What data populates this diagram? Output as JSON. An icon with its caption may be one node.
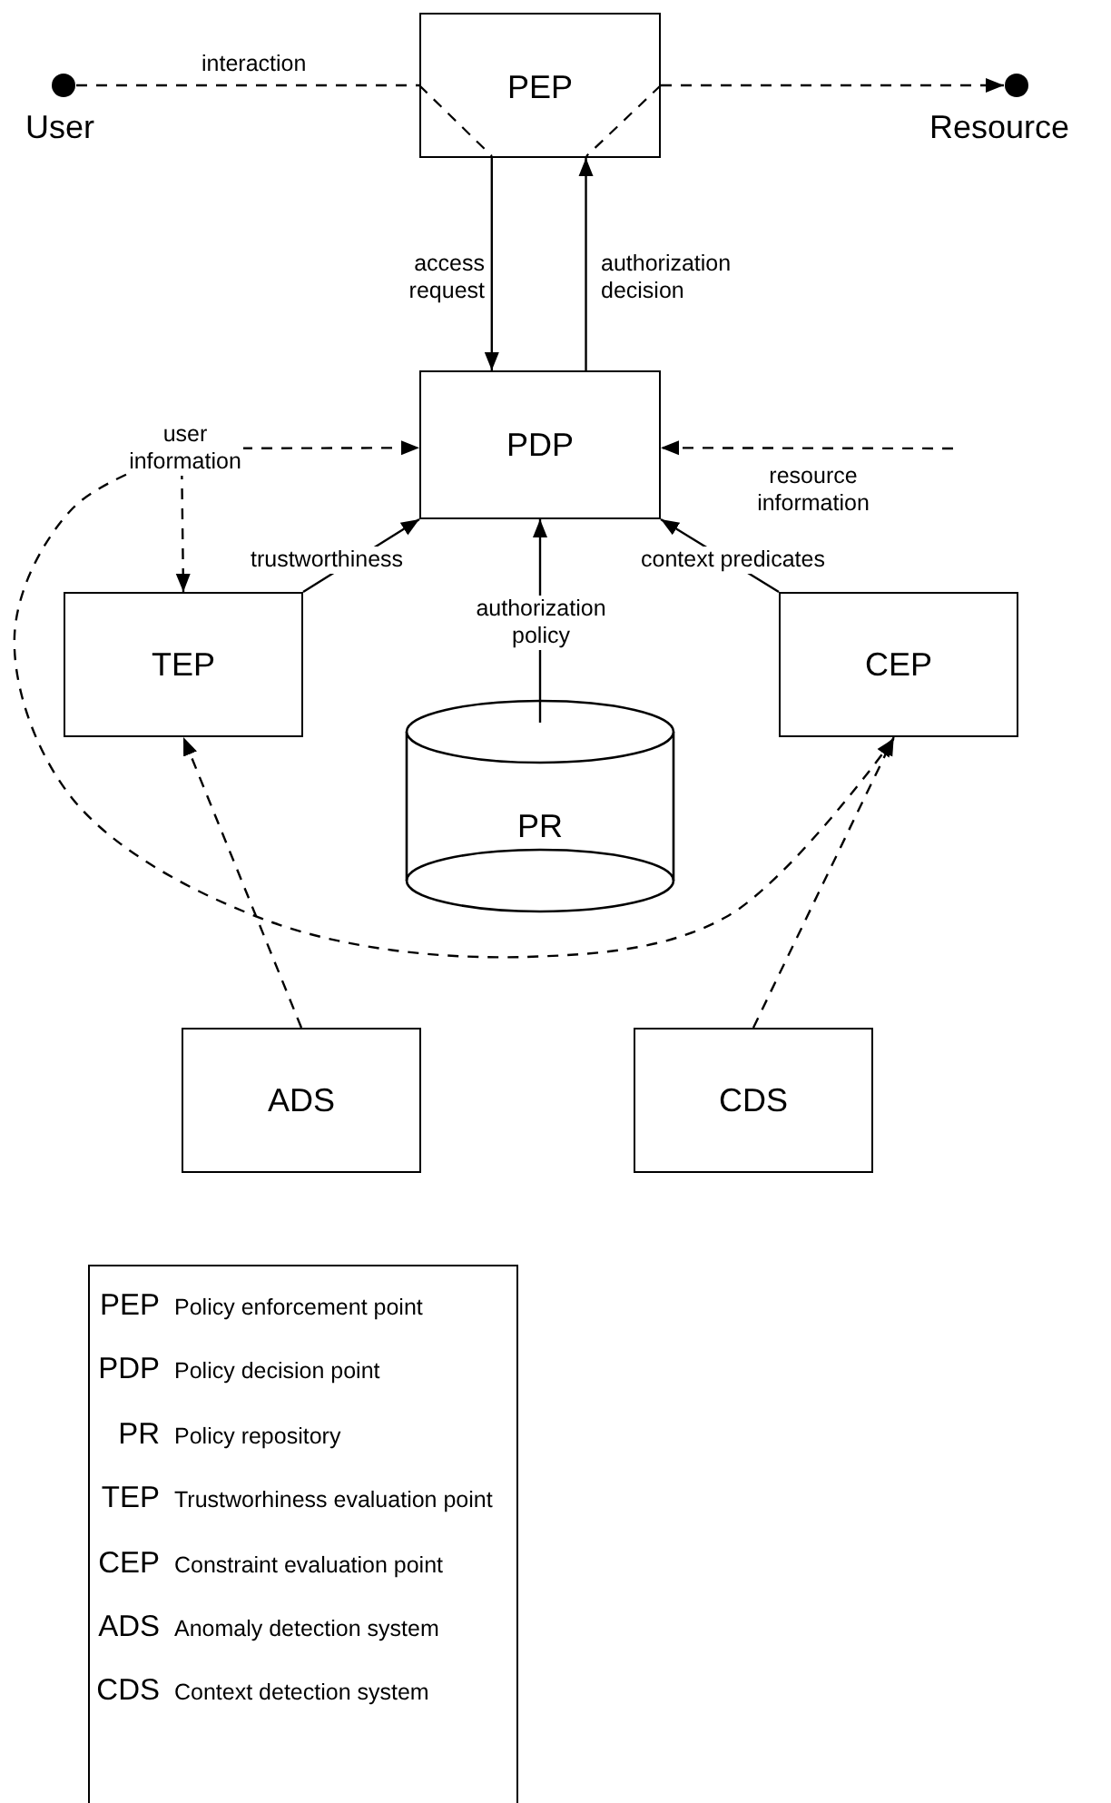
{
  "diagram": {
    "nodes": [
      {
        "text": [],
        "shape": "circle",
        "beside": [
          "User"
        ]
      },
      {
        "text": [
          "PEP"
        ]
      },
      {
        "text": [],
        "shape": "circle",
        "beside": [
          "Resource"
        ]
      },
      {
        "text": [
          "PDP"
        ]
      },
      {
        "text": [
          "TEP"
        ]
      },
      {
        "text": [
          "PR"
        ]
      },
      {
        "text": [
          "CEP"
        ]
      },
      {
        "text": [
          "ADS"
        ]
      },
      {
        "text": [
          "CDS"
        ]
      }
    ],
    "edges": [
      {
        "from": 0,
        "to": 1,
        "arrow": "none",
        "style": "dashed",
        "label": "interaction"
      },
      {
        "from": 1,
        "to": 2,
        "arrow": "to",
        "style": "dashed"
      },
      {
        "from": 1,
        "to": 3,
        "arrow": "to",
        "label": "access request"
      },
      {
        "from": 3,
        "to": 1,
        "arrow": "to",
        "label": "authorization decision"
      },
      {
        "from": null,
        "to": 3,
        "arrow": "to",
        "style": "dashed",
        "label": "user information"
      },
      {
        "from": null,
        "to": 4,
        "arrow": "to",
        "style": "dashed"
      },
      {
        "from": null,
        "to": 6,
        "arrow": "to",
        "style": "dashed"
      },
      {
        "from": null,
        "to": 3,
        "arrow": "to",
        "style": "dashed",
        "label": "resource information"
      },
      {
        "from": 4,
        "to": 3,
        "arrow": "to",
        "label": "trustworthiness"
      },
      {
        "from": 5,
        "to": 3,
        "arrow": "to",
        "label": "authorization policy"
      },
      {
        "from": 6,
        "to": 3,
        "arrow": "to",
        "label": "context predicates"
      },
      {
        "from": 7,
        "to": 4,
        "arrow": "to",
        "style": "dashed"
      },
      {
        "from": 8,
        "to": 6,
        "arrow": "to",
        "style": "dashed"
      }
    ],
    "labels": [
      "PEP",
      "Policy enforcement point",
      "PDP",
      "Policy decision point",
      "PR",
      "Policy repository",
      "TEP",
      "Trustworhiness evaluation point",
      "CEP",
      "Constraint evaluation point",
      "ADS",
      "Anomaly detection system",
      "CDS",
      "Context detection system"
    ]
  }
}
